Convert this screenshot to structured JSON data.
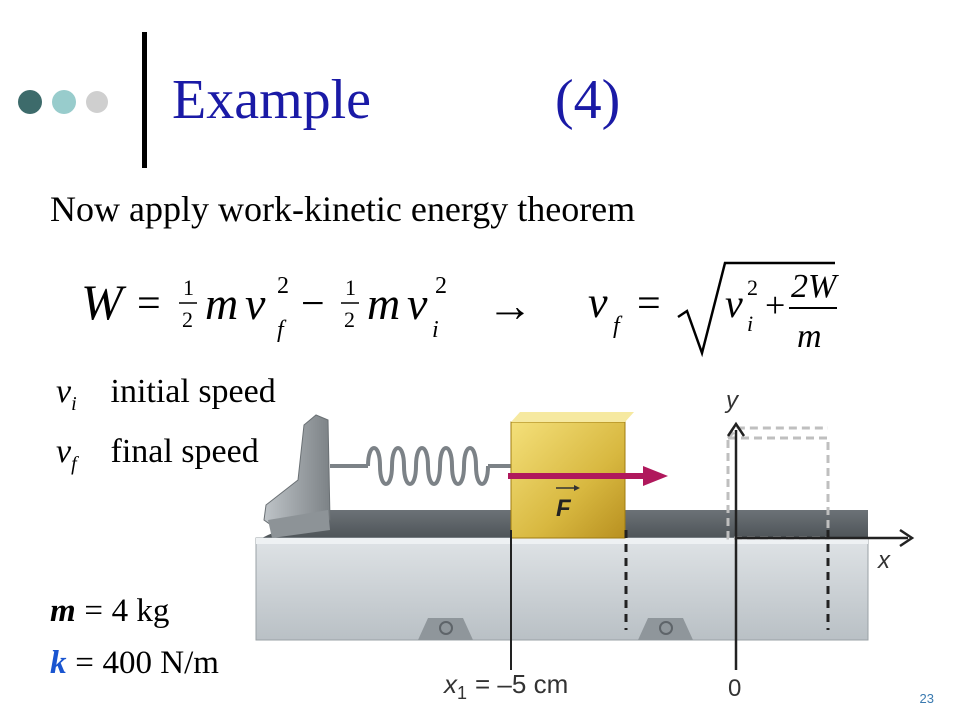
{
  "slide": {
    "title": "Example",
    "title_number": "(4)",
    "intro_text": "Now apply work-kinetic energy theorem",
    "page_number": "23",
    "title_color": "#1a1aa6"
  },
  "equation": {
    "lhs_W": "W",
    "equals": "=",
    "half_num": "1",
    "half_den": "2",
    "m": "m",
    "v": "v",
    "sub_f": "f",
    "sub_i": "i",
    "exp": "2",
    "minus": "−",
    "arrow": "→",
    "plus": "+",
    "frac_num": "2W",
    "frac_den": "m"
  },
  "definitions": [
    {
      "symbol": "v",
      "sub": "i",
      "text": "initial speed"
    },
    {
      "symbol": "v",
      "sub": "f",
      "text": "final speed"
    }
  ],
  "parameters": {
    "m_symbol": "m",
    "m_value": "4 kg",
    "k_symbol": "k",
    "k_value": "400 N/m",
    "k_color": "#1a55d0"
  },
  "figure": {
    "y_axis": "y",
    "x_axis": "x",
    "force_label": "F",
    "x1_label": "x",
    "x1_sub": "1",
    "x1_value": "= –5 cm",
    "origin_label": "0"
  }
}
